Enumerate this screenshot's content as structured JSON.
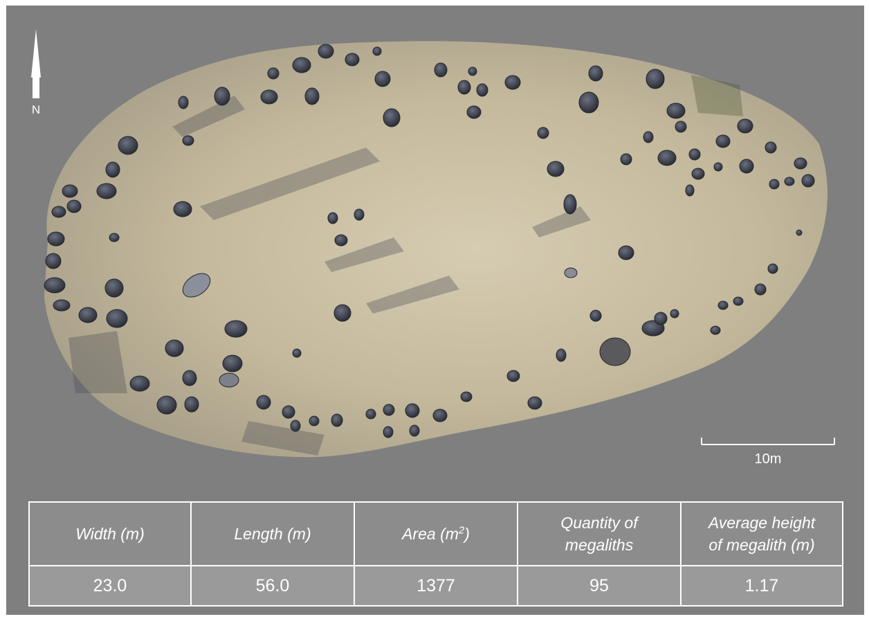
{
  "map": {
    "north_label": "N",
    "scale_label": "10m",
    "colors": {
      "background": "#7f7f7f",
      "ground": "#c9bea2",
      "stone": "#3a3d47"
    },
    "icons": [
      "north-arrow-icon",
      "scale-bar-icon"
    ]
  },
  "table": {
    "headers": {
      "width": "Width (m)",
      "length": "Length (m)",
      "area_prefix": "Area (m",
      "area_sup": "2",
      "area_suffix": ")",
      "quantity_line1": "Quantity of",
      "quantity_line2": "megaliths",
      "height_line1": "Average height",
      "height_line2": "of megalith (m)"
    },
    "values": {
      "width": "23.0",
      "length": "56.0",
      "area": "1377",
      "quantity": "95",
      "height": "1.17"
    }
  }
}
